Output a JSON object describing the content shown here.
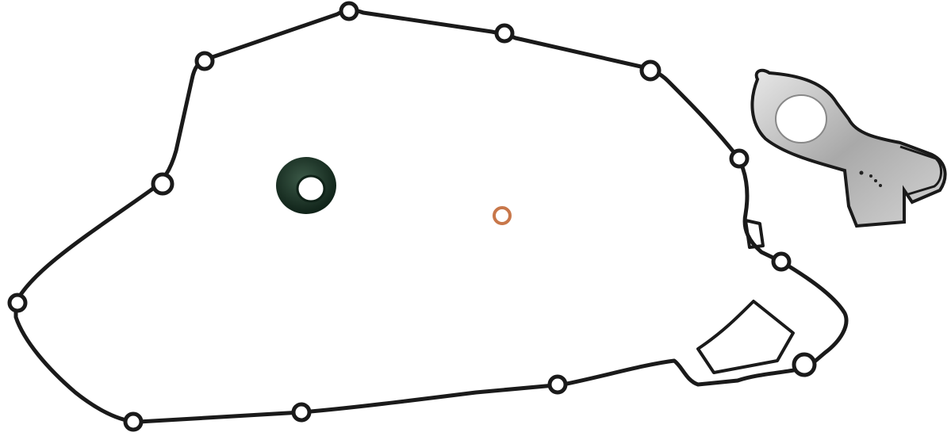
{
  "image": {
    "subject": "gasket-kit-product-photo",
    "background_color": "#ffffff",
    "parts": [
      {
        "id": "cover-gasket",
        "color": "#1a1a1a"
      },
      {
        "id": "oil-seal",
        "color": "#1f3a2c"
      },
      {
        "id": "copper-washer",
        "color": "#c8774a"
      },
      {
        "id": "water-pump-gasket",
        "color": "#b9b9b9"
      }
    ]
  }
}
